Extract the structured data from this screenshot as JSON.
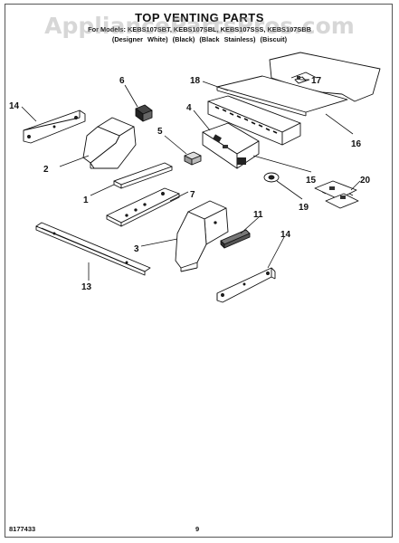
{
  "header": {
    "title": "TOP VENTING PARTS",
    "models": "For Models: KEBS107SBT, KEBS107SBL, KEBS107SSS, KEBS107SBB",
    "colors": "(Designer White)   (Black)   (Black Stainless)   (Biscuit)"
  },
  "watermark": "AppliancePartsPros.com",
  "footer": {
    "part_number": "8177433",
    "page_number": "9"
  },
  "callouts": {
    "c1": "1",
    "c2": "2",
    "c3": "3",
    "c4": "4",
    "c5": "5",
    "c6": "6",
    "c7": "7",
    "c11": "11",
    "c13": "13",
    "c14a": "14",
    "c14b": "14",
    "c15": "15",
    "c16": "16",
    "c17": "17",
    "c18": "18",
    "c19": "19",
    "c20": "20"
  }
}
